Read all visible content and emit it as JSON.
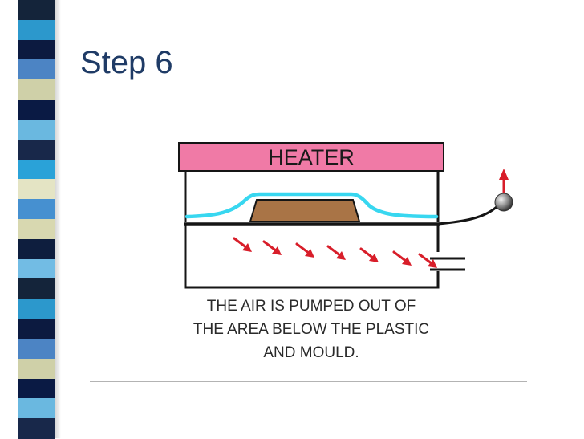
{
  "slide": {
    "title": "Step 6"
  },
  "diagram": {
    "heater_label": "HEATER",
    "caption": [
      "THE AIR IS PUMPED OUT OF",
      "THE AREA BELOW THE PLASTIC",
      "AND MOULD."
    ],
    "colors": {
      "heater": "#f07aa6",
      "plastic_sheet": "#38d7f0",
      "mould": "#a97446",
      "air_arrows": "#d81e2a",
      "valve_ball": "#8a8a8a"
    },
    "stripe_colors": [
      "#0a1a44",
      "#2aa2d8",
      "#d8d8b0",
      "#14243a",
      "#4c84c4",
      "#6ab8e0",
      "#e4e4c4",
      "#0e1e3e",
      "#2c98cc",
      "#cfd0a8",
      "#18284a",
      "#4690d0",
      "#72bce4",
      "#0c1a40"
    ]
  }
}
